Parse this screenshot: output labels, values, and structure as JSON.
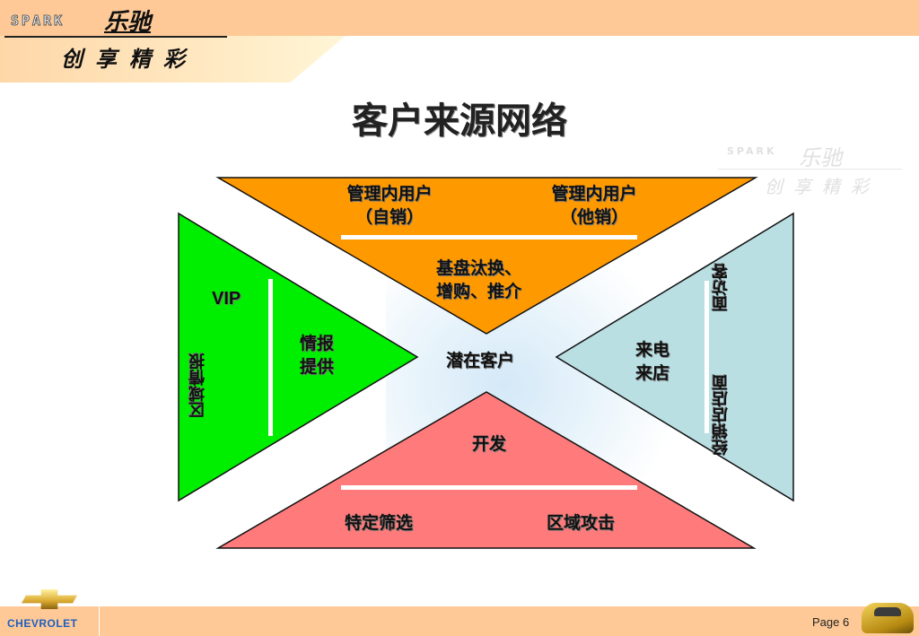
{
  "header": {
    "logo_en": "SPARK",
    "logo_cn": "乐驰",
    "slogan": "创享精彩"
  },
  "title": "客户来源网络",
  "watermark": {
    "logo_en": "SPARK",
    "logo_cn": "乐驰",
    "slogan": "创享精彩"
  },
  "colors": {
    "orange": "#ff9900",
    "green": "#00ee00",
    "teal": "#b9dfe3",
    "pink": "#ff7b7b",
    "header": "#fec996"
  },
  "diagram": {
    "center": "潜在客户",
    "top": {
      "left_line1": "管理内用户",
      "left_line2": "（自销）",
      "right_line1": "管理内用户",
      "right_line2": "（他销）",
      "bottom_line1": "基盘汰换、",
      "bottom_line2": "增购、推介"
    },
    "left": {
      "vip": "VIP",
      "rotated": "区域情报",
      "inner_line1": "情报",
      "inner_line2": "提供"
    },
    "right": {
      "inner_line1": "来电",
      "inner_line2": "来店",
      "rotated_a": "面访客",
      "rotated_b": "经销店店面"
    },
    "bottom": {
      "top": "开发",
      "left": "特定筛选",
      "right": "区域攻击"
    }
  },
  "footer": {
    "brand": "CHEVROLET",
    "page": "Page 6"
  }
}
